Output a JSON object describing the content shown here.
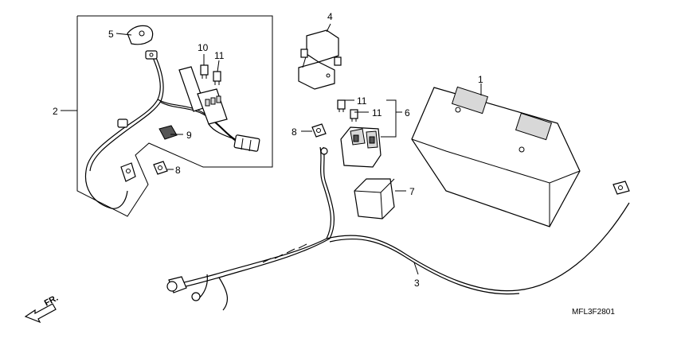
{
  "callouts": [
    {
      "id": "c1",
      "text": "1"
    },
    {
      "id": "c2",
      "text": "2"
    },
    {
      "id": "c3",
      "text": "3"
    },
    {
      "id": "c4",
      "text": "4"
    },
    {
      "id": "c5",
      "text": "5"
    },
    {
      "id": "c6",
      "text": "6"
    },
    {
      "id": "c7",
      "text": "7"
    },
    {
      "id": "c8a",
      "text": "8"
    },
    {
      "id": "c8b",
      "text": "8"
    },
    {
      "id": "c9",
      "text": "9"
    },
    {
      "id": "c10",
      "text": "10"
    },
    {
      "id": "c11a",
      "text": "11"
    },
    {
      "id": "c11b",
      "text": "11"
    },
    {
      "id": "c11c",
      "text": "11"
    }
  ],
  "direction_label": "FR.",
  "diagram_code": "MFL3F2801"
}
